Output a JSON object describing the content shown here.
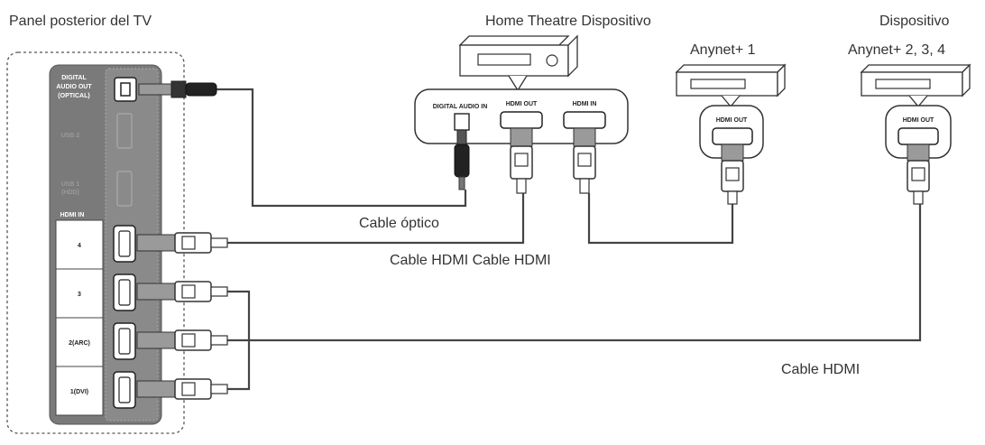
{
  "labels": {
    "tv_panel_title": "Panel posterior del TV",
    "home_theatre_title": "Home Theatre Dispositivo",
    "anynet1_title": "Anynet+ 1",
    "anynet234_line1": "Dispositivo",
    "anynet234_line2": "Anynet+ 2, 3, 4",
    "cable_optical": "Cable óptico",
    "cable_hdmi_pair": "Cable HDMI Cable HDMI",
    "cable_hdmi_single": "Cable HDMI"
  },
  "tv_panel": {
    "digital_audio_out_line1": "DIGITAL",
    "digital_audio_out_line2": "AUDIO OUT",
    "digital_audio_out_line3": "(OPTICAL)",
    "usb2": "USB 2",
    "usb1_line1": "USB 1",
    "usb1_line2": "(HDD)",
    "hdmi_in_header": "HDMI IN",
    "hdmi_ports": [
      "4",
      "3",
      "2(ARC)",
      "1(DVI)"
    ]
  },
  "home_theatre_ports": {
    "digital_audio_in": "DIGITAL AUDIO IN",
    "hdmi_out": "HDMI OUT",
    "hdmi_in": "HDMI IN"
  },
  "anynet1_port": "HDMI OUT",
  "anynet234_port": "HDMI OUT",
  "colors": {
    "panel_dark": "#6b6b6b",
    "cable": "#555555",
    "outline": "#333333"
  }
}
